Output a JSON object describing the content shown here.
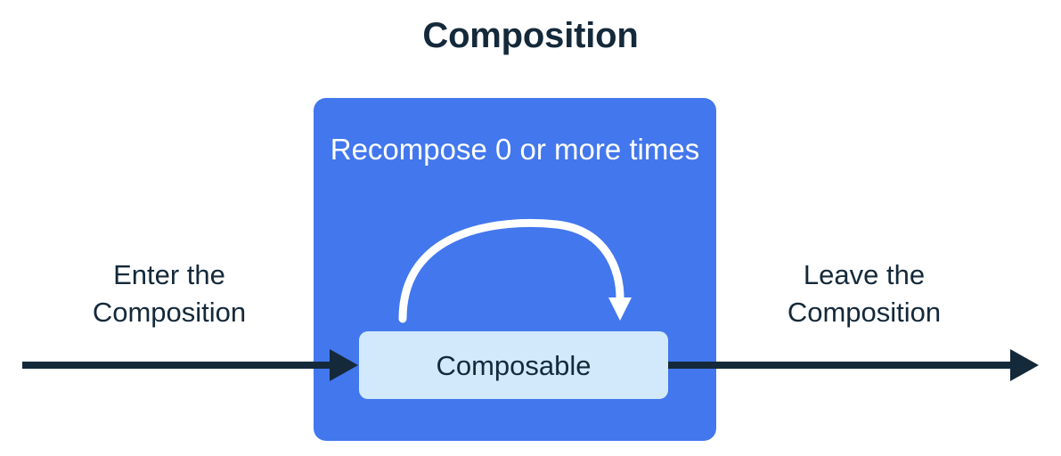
{
  "diagram": {
    "title": "Composition",
    "type": "flow-diagram",
    "background_color": "#ffffff",
    "composition_box": {
      "label": "Recompose 0 or more times",
      "fill_color": "#4277ed",
      "text_color": "#ffffff"
    },
    "composable_box": {
      "label": "Composable",
      "fill_color": "#d2e9fb",
      "text_color": "#14293a"
    },
    "enter_label": "Enter the Composition",
    "leave_label": "Leave the Composition",
    "arrows": {
      "enter_arrow_color": "#14293a",
      "leave_arrow_color": "#14293a",
      "recompose_arrow_color": "#ffffff",
      "recompose_arrow_direction": "clockwise-loop"
    },
    "colors": {
      "accent_blue": "#4277ed",
      "light_blue": "#d2e9fb",
      "dark_navy": "#14293a",
      "white": "#ffffff"
    }
  }
}
